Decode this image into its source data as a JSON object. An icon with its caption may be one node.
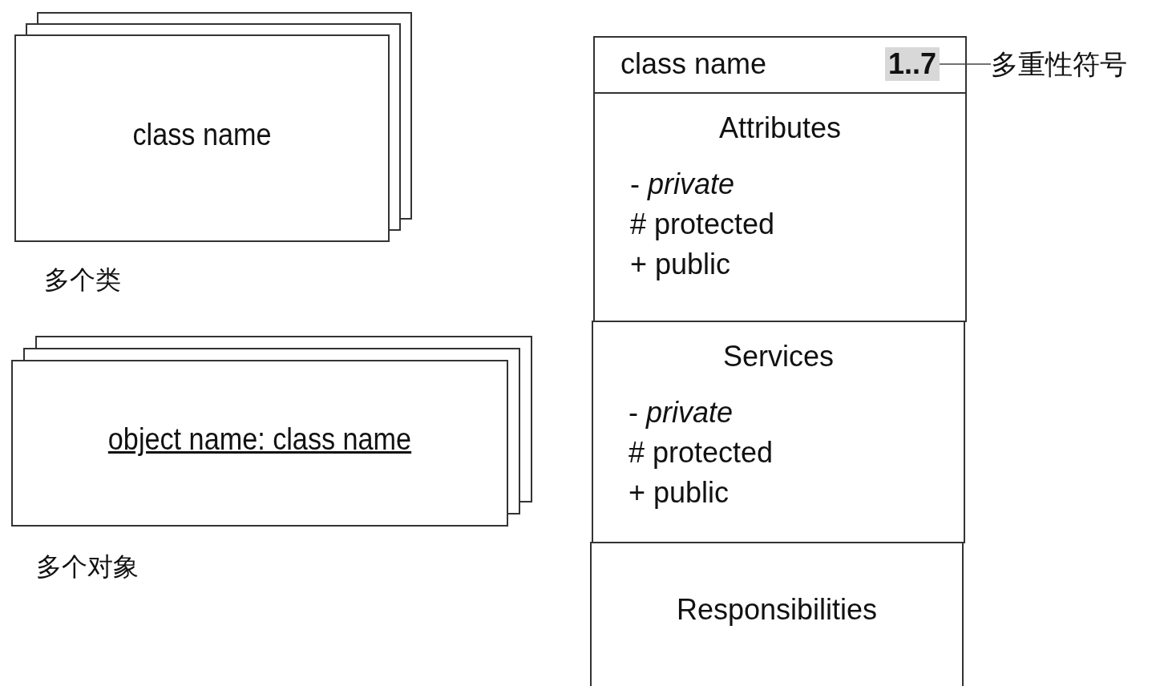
{
  "diagram": {
    "nodes": [
      {
        "text": [
          "class name"
        ],
        "beside": [
          "多个类"
        ]
      },
      {
        "text": [
          "object name: class name"
        ],
        "beside": [
          "多个对象"
        ]
      },
      {
        "text": [
          "class name"
        ]
      },
      {
        "text": [
          "1..7"
        ],
        "in": 2
      },
      {
        "text": [
          "Attributes",
          "- *private*",
          "# protected",
          "+ public"
        ]
      },
      {
        "text": [
          "Services",
          "- *private*",
          "# protected",
          "+ public"
        ]
      },
      {
        "text": [
          "Responsibilities"
        ]
      },
      {
        "text": [
          "多重性符号"
        ]
      }
    ],
    "edges": [
      {
        "from": 7,
        "to": 3,
        "arrow": "none"
      }
    ]
  }
}
